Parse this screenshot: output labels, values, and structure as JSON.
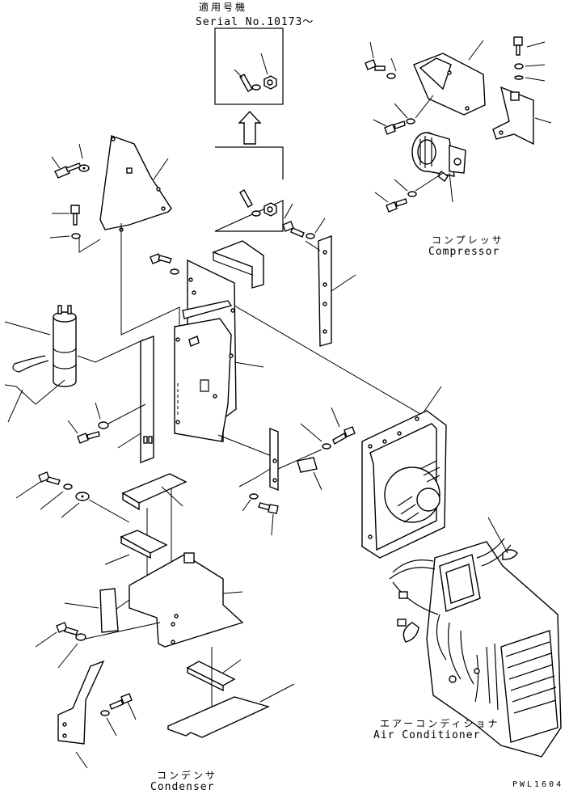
{
  "serial_note": {
    "jp": "適用号機",
    "en": "Serial No.10173～"
  },
  "labels": {
    "compressor_jp": "コンプレッサ",
    "compressor_en": "Compressor",
    "air_conditioner_jp": "エアーコンディショナ",
    "air_conditioner_en": "Air Conditioner",
    "condenser_jp": "コンデンサ",
    "condenser_en": "Condenser"
  },
  "drawing_code": "PWL1604",
  "icons": [
    "bolt-icon",
    "washer-icon",
    "nut-icon",
    "compressor-icon",
    "condenser-icon",
    "air-conditioner-unit-icon",
    "receiver-drier-icon",
    "arrow-up-icon"
  ]
}
